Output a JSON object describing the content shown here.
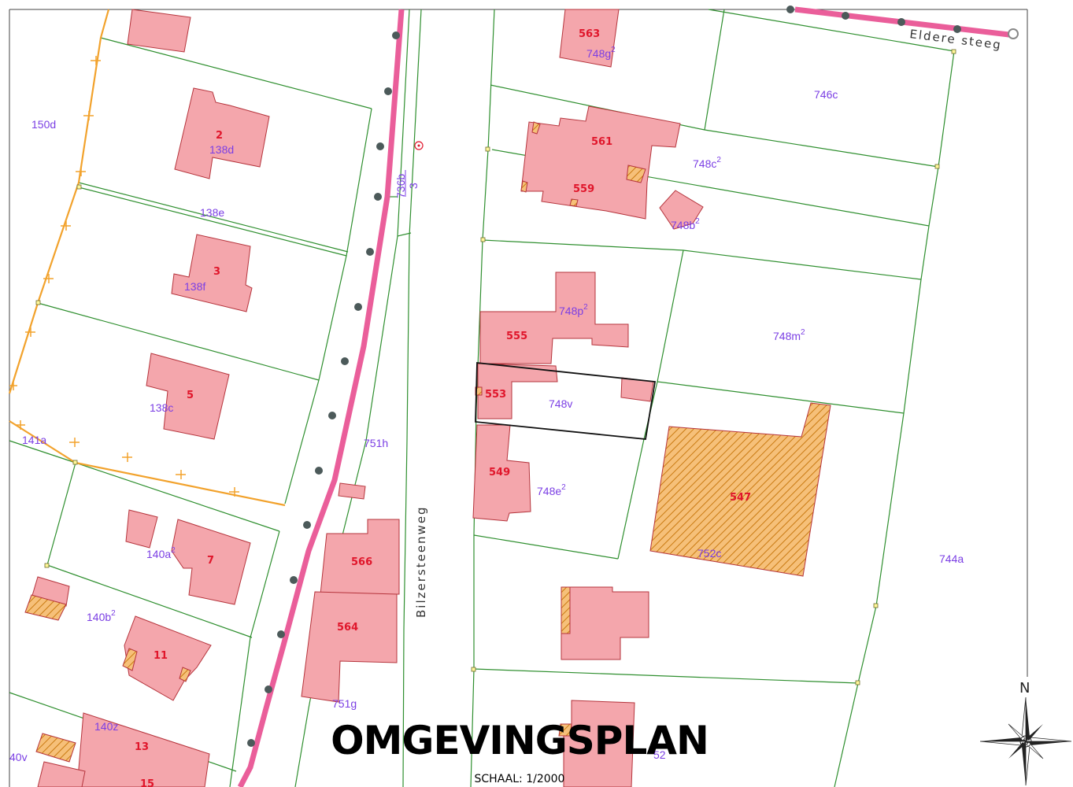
{
  "title": "OMGEVINGSPLAN",
  "scale": "SCHAAL: 1/2000",
  "north_label": "N",
  "streets": {
    "main": "Bilzersteenweg",
    "side": "Eldere steeg"
  },
  "house_numbers": [
    "563",
    "561",
    "559",
    "555",
    "553",
    "549",
    "547",
    "566",
    "564",
    "2",
    "3",
    "5",
    "7",
    "11",
    "13",
    "15"
  ],
  "parcels": {
    "p150d": "150d",
    "p138d": "138d",
    "p138e": "138e",
    "p138f": "138f",
    "p138c": "138c",
    "p141a": "141a",
    "p140a": "140a",
    "p140b": "140b",
    "p140z": "140z",
    "p40v": "40v",
    "p751h": "751h",
    "p751g": "751g",
    "p736b": "736b",
    "p3": "3",
    "p748g": "748g",
    "p746c": "746c",
    "p748c": "748c",
    "p748b": "748b",
    "p748p": "748p",
    "p748m": "748m",
    "p748v": "748v",
    "p748e": "748e",
    "p752c": "752c",
    "p744a": "744a",
    "p752": "52",
    "sup2": "2"
  },
  "colors": {
    "building": "#f4a6ac",
    "building_stroke": "#b5343c",
    "parcel_line": "#2f8f2f",
    "road_line": "#ea5e9a",
    "road_dot": "#4c5a5a",
    "boundary": "#f2a22c",
    "hatched": "#f2a22c",
    "parcel_text": "#7b3fe4",
    "house_text": "#e0162b"
  },
  "icons": {
    "compass": "compass-rose-icon"
  }
}
